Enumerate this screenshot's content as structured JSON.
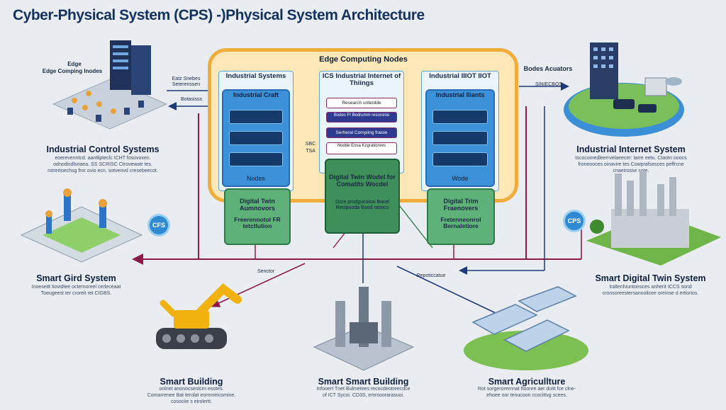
{
  "title": "Cyber-Physical System (CPS) -)Physical System Architecture",
  "edge": {
    "title": "Edge Computing Nodes",
    "columns": [
      {
        "heading": "Industrial Systems",
        "inner_title": "Industrial Craft",
        "bottom": "Nodes"
      },
      {
        "heading": "ICS Industrial Internet of Thiings",
        "pills": [
          "Research unterdde",
          "Bodes FI Bedrumm resoronie",
          "Serheral Compiing fraisie",
          "Nodde Eosa Kzgrationres"
        ]
      },
      {
        "heading": "Industrial IIIOT IIOT",
        "inner_title": "Industrial Iliants",
        "bottom": "Wode"
      }
    ],
    "green_boxes": [
      {
        "title": "Digital Twin Aumnovors",
        "body": "Freerennotol FR tetctlution"
      },
      {
        "title": "Digital Twin Wodel for Comatits Wocdel",
        "body": "Ocre prodgucoisw Bocel Recipuoda Bood ratotcs"
      },
      {
        "title": "Digital Trim Fraenovers",
        "body": "Fretenneonrol Bernaletiore"
      }
    ],
    "mid_tags": [
      "SBC",
      "TSA"
    ]
  },
  "nodes": {
    "left_top": {
      "title": "Edge Comping Inodes",
      "title2": "Edge",
      "link1": "Eatz Snebes Seterenssen",
      "link2": "Botasisss"
    },
    "right_top": {
      "title": "Bodes Acuators",
      "link": "SINIECBOS"
    },
    "ics": {
      "title": "Industrial Control Systems",
      "desc": "eoerevenntcd. aantlipteclc ICHT fosovoxen. odnodisdlsriaea. SS SCRISC Ctrovewatr tes. rotrertoechsg fror ovio ecn. sotvenvd cresebeecot."
    },
    "iis": {
      "title": "Industrial Internet System",
      "desc": "tscocomedleerrvelaeecer: tarre eetu. Ctaotn ooocs froneooces oinavire tes Cowprafsesces peffrcne cnaeirosse sote."
    },
    "sgs": {
      "title": "Smart Gird System",
      "desc": "Inoeseitt tiovidtee octernoreel cerleceaat Toeugeest ter croreit ret CIGBS."
    },
    "sdts": {
      "title": "Smart Digital Twin System",
      "desc": "Iraltenhiuntoiroces anherit ICCS sond cronsoreestersanoolicee oreinse d ertiorios."
    },
    "sb1": {
      "title": "Smart Building",
      "desc": "onlriet anonocsestcrn esotes. Comarrenee Bat terolat eormneicomine. cosociie s eirolertt."
    },
    "sb2": {
      "title": "Smart Smart Building",
      "desc": "Infooert Tnet Bulmetees recocdeotreecdce of ICT Sycoi. CD3S, emrsoorarasuoi."
    },
    "sa": {
      "title": "Smart Agricullture",
      "desc": "Rot sorgerorernnat ftoonre aer doitt fce clne-ehoee oor tenucoon ccocittvg scees."
    }
  },
  "cps_badges": [
    "CFS",
    "CPS"
  ],
  "labels": {
    "sensor": "Senctor",
    "report": "Repoticcatue"
  },
  "colors": {
    "edge_fill": "#fde7b6",
    "edge_border": "#f1ad3c",
    "blue": "#3d91d8",
    "green": "#5fb17a",
    "arrow_red": "#8b1c4a",
    "arrow_navy": "#1f3a78"
  }
}
